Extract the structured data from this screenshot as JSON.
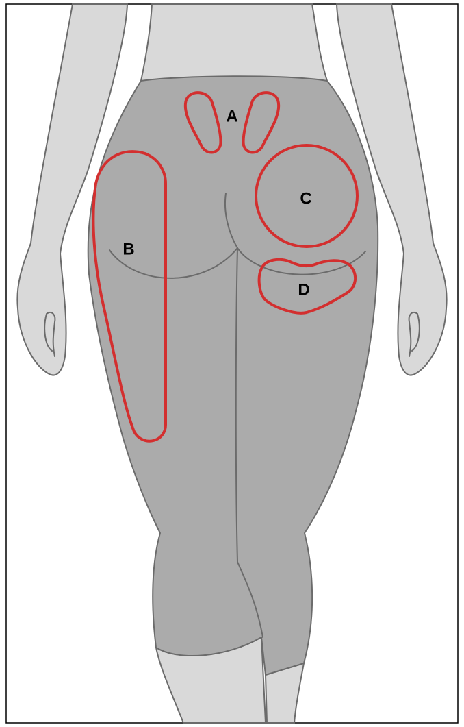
{
  "colors": {
    "skin": "#d9d9d9",
    "garment": "#ababab",
    "outline": "#6b6b6b",
    "zone": "#d32f2f"
  },
  "zones": [
    {
      "id": "A",
      "label": "A"
    },
    {
      "id": "B",
      "label": "B"
    },
    {
      "id": "C",
      "label": "C"
    },
    {
      "id": "D",
      "label": "D"
    }
  ]
}
